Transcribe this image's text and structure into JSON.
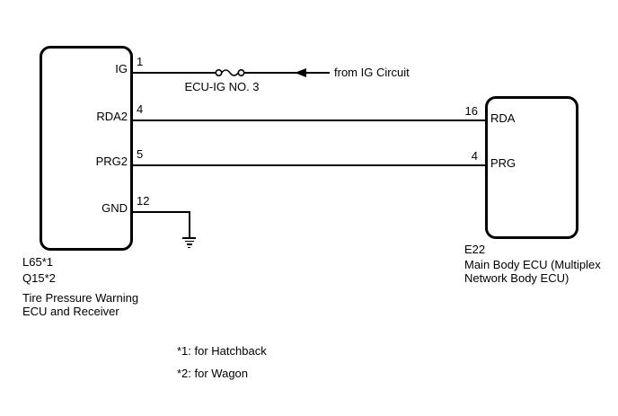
{
  "background": "#ffffff",
  "line_color": "#000000",
  "left_connector": {
    "pins": [
      {
        "number": "1",
        "label": "IG"
      },
      {
        "number": "4",
        "label": "RDA2"
      },
      {
        "number": "5",
        "label": "PRG2"
      },
      {
        "number": "12",
        "label": "GND"
      }
    ],
    "code_hatchback": "L65*1",
    "code_wagon": "Q15*2",
    "name_line1": "Tire Pressure Warning",
    "name_line2": "ECU and Receiver"
  },
  "right_connector": {
    "pins": [
      {
        "number": "16",
        "label": "RDA"
      },
      {
        "number": "4",
        "label": "PRG"
      }
    ],
    "code": "E22",
    "name_line1": "Main Body ECU (Multiplex",
    "name_line2": "Network Body ECU)"
  },
  "fuse_label": "ECU-IG NO. 3",
  "source_label": "from IG Circuit",
  "notes": [
    "*1: for Hatchback",
    "*2: for Wagon"
  ]
}
